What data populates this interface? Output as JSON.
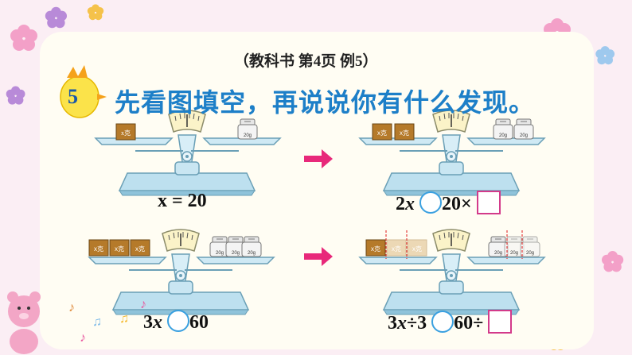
{
  "reference": "（教科书 第4页 例5）",
  "example_number": "5",
  "instruction": "先看图填空，再说说你有什么发现。",
  "block_label": "x克",
  "weight_label": "20g",
  "equations": {
    "eq1": "x = 20",
    "eq2_coef": "2",
    "eq2_var": "x",
    "eq2_rhs": "20×",
    "eq3_coef": "3",
    "eq3_var": "x",
    "eq3_rhs": "60",
    "eq4_coef": "3",
    "eq4_var": "x",
    "eq4_div": "÷3",
    "eq4_rhs": "60÷"
  },
  "colors": {
    "title": "#1d7fc8",
    "arrow": "#e8297a",
    "circle": "#3aa0e0",
    "square": "#d33a8a"
  }
}
